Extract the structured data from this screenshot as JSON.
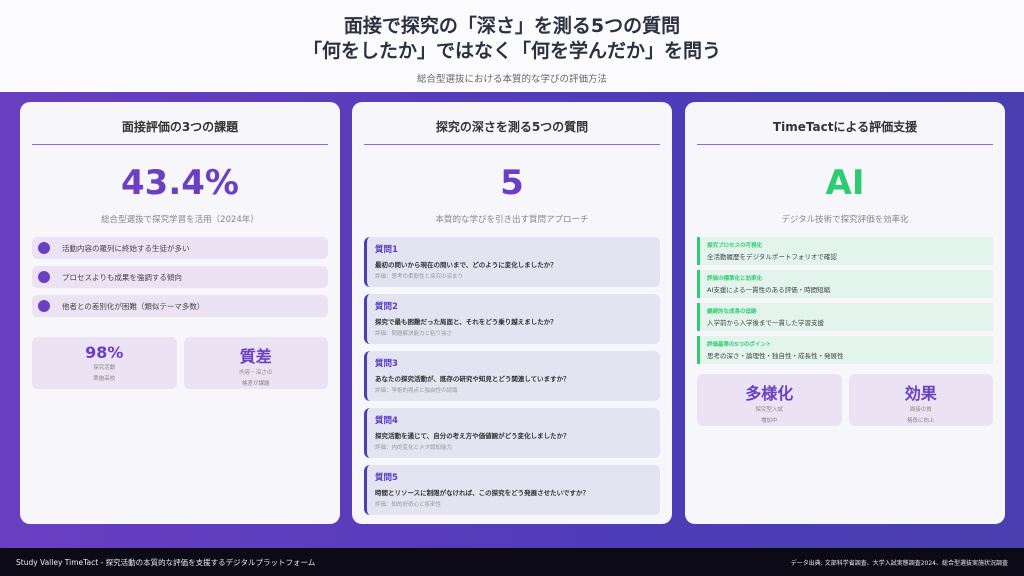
{
  "header": {
    "title_line1": "面接で探究の「深さ」を測る5つの質問",
    "title_line2": "「何をしたか」ではなく「何を学んだか」を問う",
    "subtitle": "総合型選抜における本質的な学びの評価方法"
  },
  "col1": {
    "title": "面接評価の3つの課題",
    "big": "43.4%",
    "desc": "総合型選抜で探究学習を活用（2024年）",
    "issues": [
      "活動内容の羅列に終始する生徒が多い",
      "プロセスよりも成果を強調する傾向",
      "他者との差別化が困難（類似テーマ多数）"
    ],
    "stats": [
      {
        "value": "98%",
        "l1": "探究活動",
        "l2": "実施高校"
      },
      {
        "value": "質差",
        "l1": "内容・深さの",
        "l2": "格差が課題"
      }
    ]
  },
  "col2": {
    "title": "探究の深さを測る5つの質問",
    "big": "5",
    "desc": "本質的な学びを引き出す質問アプローチ",
    "questions": [
      {
        "num": "質問1",
        "text": "最初の問いから現在の問いまで、どのように変化しましたか？",
        "eval": "評価：思考の柔軟性と探究の深まり"
      },
      {
        "num": "質問2",
        "text": "探究で最も困難だった局面と、それをどう乗り越えましたか？",
        "eval": "評価：問題解決能力と粘り強さ"
      },
      {
        "num": "質問3",
        "text": "あなたの探究活動が、既存の研究や知見とどう関連していますか？",
        "eval": "評価：学術的視点と独自性の認識"
      },
      {
        "num": "質問4",
        "text": "探究活動を通じて、自分の考え方や価値観がどう変化しましたか？",
        "eval": "評価：内的変化とメタ認知能力"
      },
      {
        "num": "質問5",
        "text": "時間とリソースに制限がなければ、この探究をどう発展させたいですか？",
        "eval": "評価：知的好奇心と将来性"
      }
    ]
  },
  "col3": {
    "title": "TimeTactによる評価支援",
    "big": "AI",
    "desc": "デジタル技術で探究評価を効率化",
    "supports": [
      {
        "head": "探究プロセスの可視化",
        "desc": "全活動履歴をデジタルポートフォリオで確認"
      },
      {
        "head": "評価の標準化と効率化",
        "desc": "AI支援による一貫性のある評価・時間短縮"
      },
      {
        "head": "継続的な成長の追跡",
        "desc": "入学前から入学後まで一貫した学習支援"
      },
      {
        "head": "評価基準の5つのポイント",
        "desc": "思考の深さ・論理性・独自性・成長性・発展性"
      }
    ],
    "stats": [
      {
        "value": "多様化",
        "l1": "探究型入試",
        "l2": "増加中"
      },
      {
        "value": "効果",
        "l1": "面接の質",
        "l2": "格段に向上"
      }
    ]
  },
  "footer": {
    "left": "Study Valley TimeTact - 探究活動の本質的な評価を支援するデジタルプラットフォーム",
    "right": "データ出典: 文部科学省調査、大学入試実態調査2024、総合型選抜実施状況調査"
  }
}
